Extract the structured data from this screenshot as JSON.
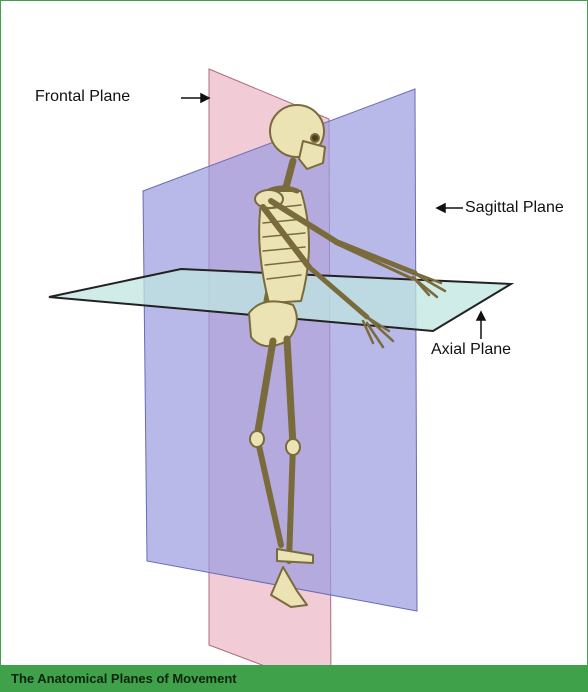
{
  "labels": {
    "frontal": "Frontal Plane",
    "sagittal": "Sagittal Plane",
    "axial": "Axial Plane"
  },
  "caption": "The Anatomical Planes of Movement",
  "colors": {
    "frame": "#3fa14a",
    "frontal_plane": "#e6a3b4",
    "sagittal_plane": "#9b9be0",
    "axial_plane": "#bfe6e0",
    "bone": "#ece3b4"
  }
}
